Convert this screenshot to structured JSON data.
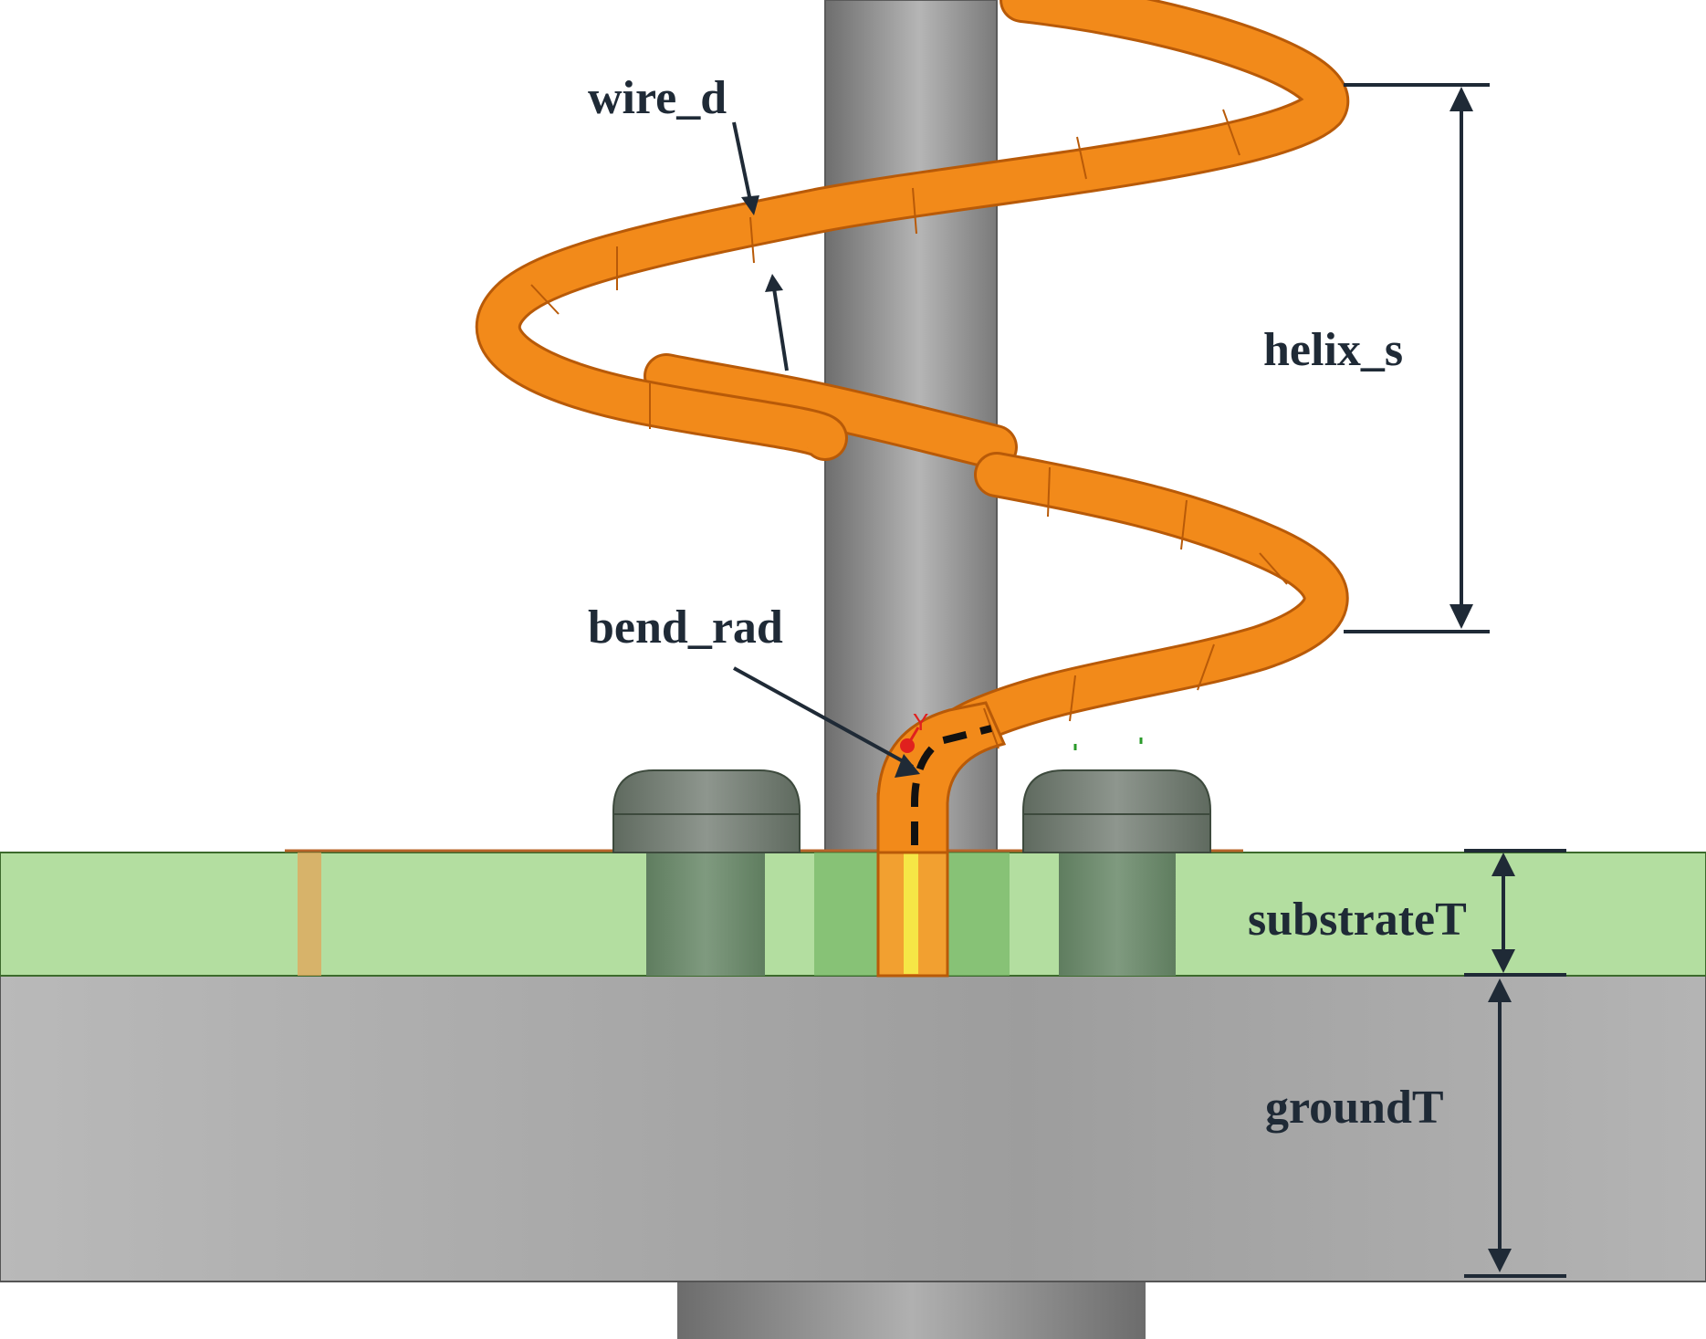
{
  "labels": {
    "wire_d": "wire_d",
    "helix_s": "helix_s",
    "bend_rad": "bend_rad",
    "substrateT": "substrateT",
    "groundT": "groundT"
  },
  "colors": {
    "wire": "#f28a1a",
    "wire_edge": "#b85a08",
    "post": "#9a9a9a",
    "substrate": "#b3dea0",
    "ground": "#a8a8a8",
    "annotation": "#1f2a36"
  }
}
